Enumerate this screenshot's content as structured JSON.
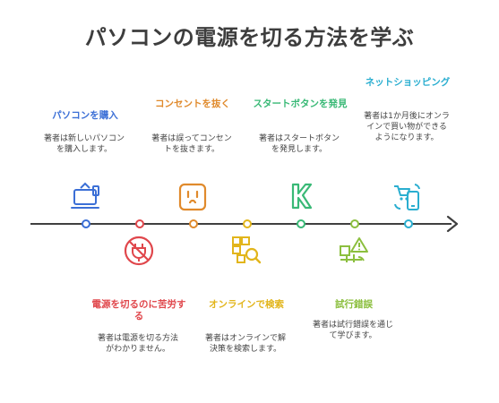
{
  "title": "パソコンの電源を切る方法を学ぶ",
  "colors": {
    "buy": "#3b6fd6",
    "unable": "#e0474c",
    "outlet": "#e08a2c",
    "search": "#e2b51b",
    "start": "#39b976",
    "trial": "#8cbf3f",
    "shopping": "#2aaed0",
    "line": "#404040"
  },
  "steps": [
    {
      "id": "buy",
      "title": "パソコンを購入",
      "desc": "著者は新しいパソコンを購入します。",
      "icon": "computer-icon"
    },
    {
      "id": "unable",
      "title": "電源を切るのに苦労する",
      "desc": "著者は電源を切る方法がわかりません。",
      "icon": "no-power-plug-icon"
    },
    {
      "id": "outlet",
      "title": "コンセントを抜く",
      "desc": "著者は誤ってコンセントを抜きます。",
      "icon": "power-outlet-icon"
    },
    {
      "id": "search",
      "title": "オンラインで検索",
      "desc": "著者はオンラインで解決策を検索します。",
      "icon": "search-icon"
    },
    {
      "id": "start",
      "title": "スタートボタンを発見",
      "desc": "著者はスタートボタンを発見します。",
      "icon": "start-button-icon"
    },
    {
      "id": "trial",
      "title": "試行錯誤",
      "desc": "著者は試行錯誤を通じて学びます。",
      "icon": "trial-error-icon"
    },
    {
      "id": "shopping",
      "title": "ネットショッピング",
      "desc": "著者は1か月後にオンラインで買い物ができるようになります。",
      "icon": "online-shopping-icon"
    }
  ]
}
